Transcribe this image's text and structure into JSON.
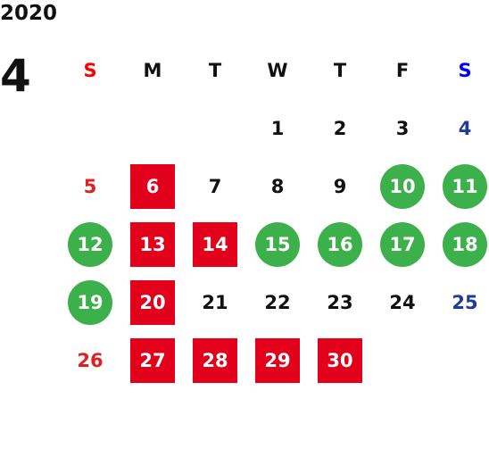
{
  "year": "2020",
  "month": "4",
  "weekdays": [
    "S",
    "M",
    "T",
    "W",
    "T",
    "F",
    "S"
  ],
  "colors": {
    "holiday_green": "#3cb04a",
    "closed_red": "#e2001a",
    "sunday": "#e02020",
    "saturday": "#1f3c96",
    "header_sunday": "#ff0000",
    "header_saturday": "#0000ff",
    "text": "#111111"
  },
  "weeks": [
    [
      {
        "day": "",
        "style": "none"
      },
      {
        "day": "",
        "style": "none"
      },
      {
        "day": "",
        "style": "none"
      },
      {
        "day": "1",
        "style": "plain"
      },
      {
        "day": "2",
        "style": "plain"
      },
      {
        "day": "3",
        "style": "plain"
      },
      {
        "day": "4",
        "style": "plain"
      }
    ],
    [
      {
        "day": "5",
        "style": "plain"
      },
      {
        "day": "6",
        "style": "red"
      },
      {
        "day": "7",
        "style": "plain"
      },
      {
        "day": "8",
        "style": "plain"
      },
      {
        "day": "9",
        "style": "plain"
      },
      {
        "day": "10",
        "style": "green"
      },
      {
        "day": "11",
        "style": "green"
      }
    ],
    [
      {
        "day": "12",
        "style": "green"
      },
      {
        "day": "13",
        "style": "red"
      },
      {
        "day": "14",
        "style": "red"
      },
      {
        "day": "15",
        "style": "green"
      },
      {
        "day": "16",
        "style": "green"
      },
      {
        "day": "17",
        "style": "green"
      },
      {
        "day": "18",
        "style": "green"
      }
    ],
    [
      {
        "day": "19",
        "style": "green"
      },
      {
        "day": "20",
        "style": "red"
      },
      {
        "day": "21",
        "style": "plain"
      },
      {
        "day": "22",
        "style": "plain"
      },
      {
        "day": "23",
        "style": "plain"
      },
      {
        "day": "24",
        "style": "plain"
      },
      {
        "day": "25",
        "style": "plain"
      }
    ],
    [
      {
        "day": "26",
        "style": "plain"
      },
      {
        "day": "27",
        "style": "red"
      },
      {
        "day": "28",
        "style": "red"
      },
      {
        "day": "29",
        "style": "red"
      },
      {
        "day": "30",
        "style": "red"
      },
      {
        "day": "",
        "style": "none"
      },
      {
        "day": "",
        "style": "none"
      }
    ]
  ]
}
